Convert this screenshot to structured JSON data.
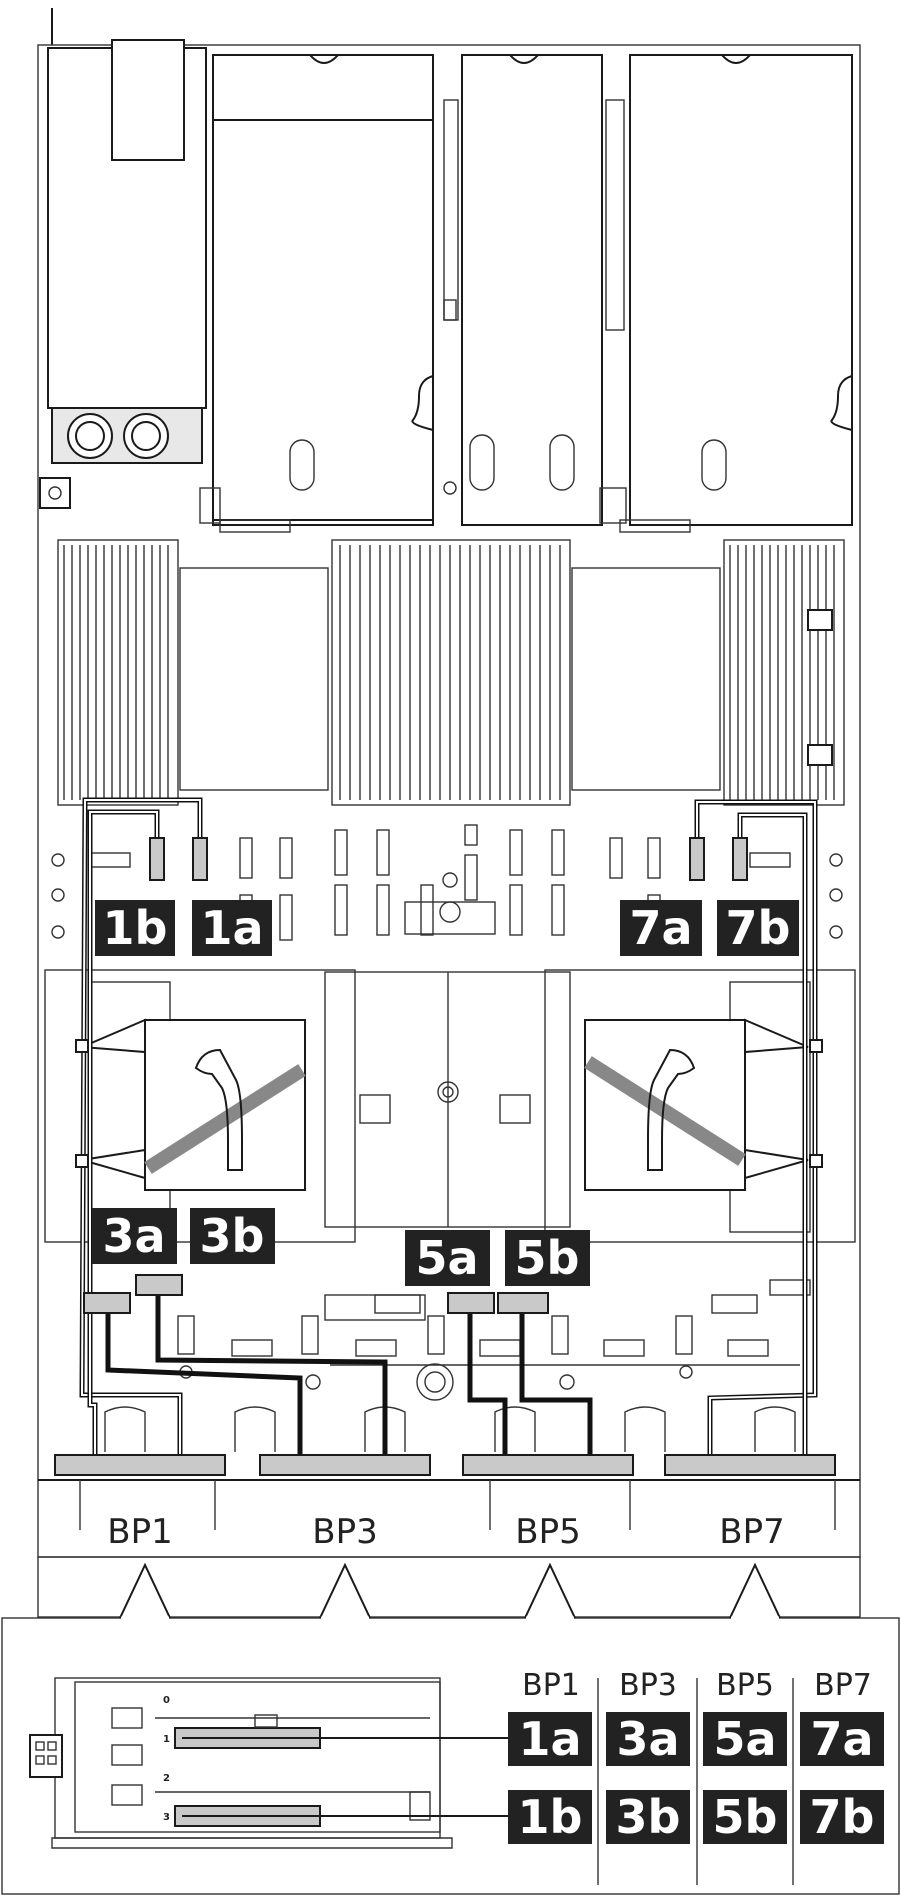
{
  "connector_labels": {
    "c1b": "1b",
    "c1a": "1a",
    "c7a": "7a",
    "c7b": "7b",
    "c3a": "3a",
    "c3b": "3b",
    "c5a": "5a",
    "c5b": "5b"
  },
  "backplanes": {
    "bp1": "BP1",
    "bp3": "BP3",
    "bp5": "BP5",
    "bp7": "BP7"
  },
  "inset": {
    "headers": [
      "BP1",
      "BP3",
      "BP5",
      "BP7"
    ],
    "row_a": [
      "1a",
      "3a",
      "5a",
      "7a"
    ],
    "row_b": [
      "1b",
      "3b",
      "5b",
      "7b"
    ],
    "slot_numbers": [
      "0",
      "1",
      "2",
      "3"
    ]
  },
  "colors": {
    "label_background": "#222222",
    "label_text": "#ffffff",
    "line": "#1a1a1a"
  }
}
